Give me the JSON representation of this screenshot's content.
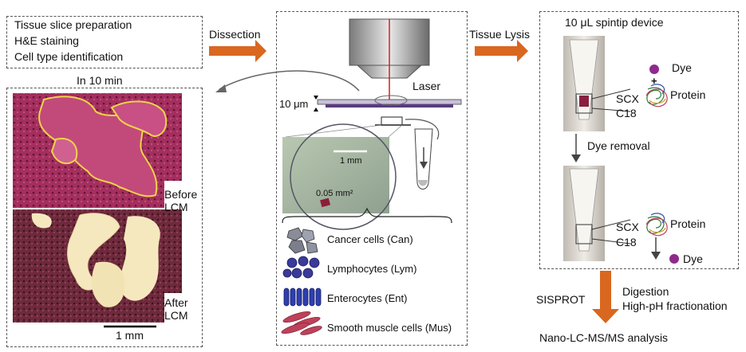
{
  "prep": {
    "line1": "Tissue slice preparation",
    "line2": "H&E staining",
    "line3": "Cell type identification"
  },
  "in10min": "In 10 min",
  "dissection": "Dissection",
  "tissue_lysis": "Tissue Lysis",
  "micrographs": {
    "before": [
      "Before",
      "LCM"
    ],
    "after": [
      "After",
      "LCM"
    ],
    "scale": "1 mm"
  },
  "lcm": {
    "laser": "Laser",
    "thickness": "10 μm",
    "inset_scale": "1 mm",
    "area": "0.05 mm²"
  },
  "cell_types": [
    "Cancer cells (Can)",
    "Lymphocytes (Lym)",
    "Enterocytes (Ent)",
    "Smooth muscle cells (Mus)"
  ],
  "spintip": {
    "title": "10 μL spintip device",
    "dye": "Dye",
    "plus": "+",
    "protein": "Protein",
    "scx": "SCX",
    "c18": "C18",
    "dye_removal": "Dye removal",
    "protein2": "Protein",
    "scx2": "SCX",
    "c182": "C18",
    "dye2": "Dye"
  },
  "final": {
    "sisprot": "SISPROT",
    "digestion": "Digestion",
    "fractionation": "High-pH fractionation",
    "analysis": "Nano-LC-MS/MS analysis"
  },
  "colors": {
    "arrow_orange": "#d9671f",
    "dye_purple": "#8e2a8c",
    "tissue_pink": "#b0386a",
    "outline_yellow": "#f0d34a"
  }
}
